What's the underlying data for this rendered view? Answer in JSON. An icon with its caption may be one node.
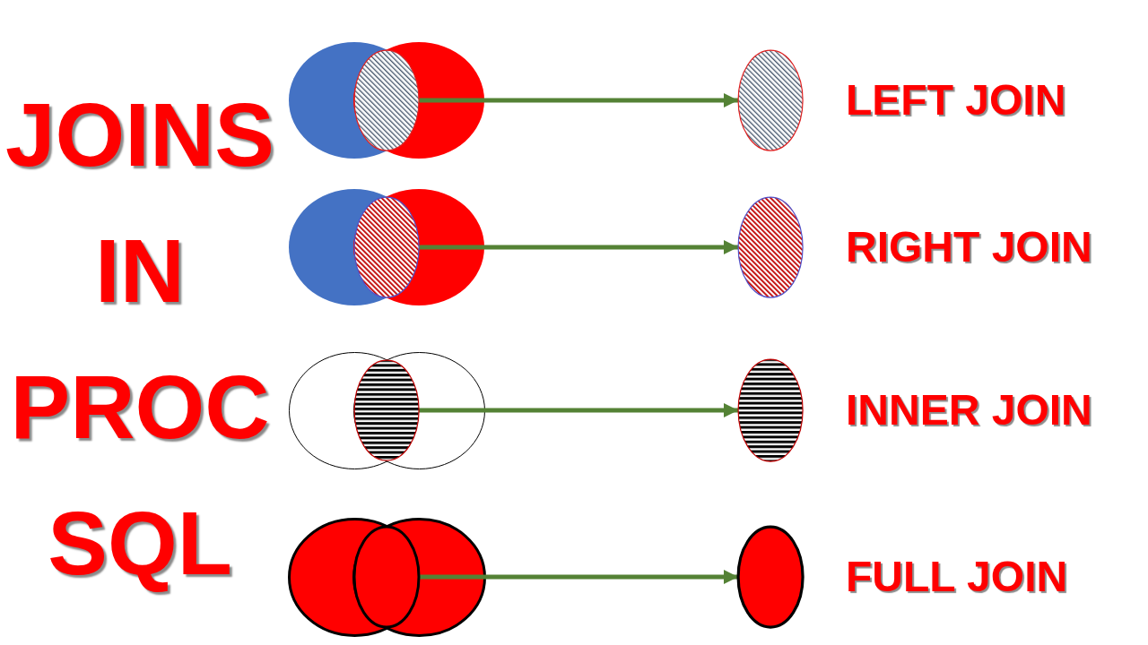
{
  "diagram": {
    "title": "JOINS IN PROC SQL",
    "nodes": [
      {
        "text": [],
        "shape": "ellipse"
      },
      {
        "text": [],
        "shape": "ellipse",
        "beside": [
          "LEFT JOIN"
        ]
      },
      {
        "text": [],
        "shape": "ellipse"
      },
      {
        "text": [],
        "shape": "ellipse",
        "beside": [
          "RIGHT JOIN"
        ]
      },
      {
        "text": [],
        "shape": "ellipse"
      },
      {
        "text": [],
        "shape": "ellipse",
        "beside": [
          "INNER JOIN"
        ]
      },
      {
        "text": [],
        "shape": "ellipse"
      },
      {
        "text": [],
        "shape": "ellipse",
        "beside": [
          "FULL JOIN"
        ]
      }
    ],
    "edges": [
      {
        "from": 0,
        "to": 1,
        "arrow": "to"
      },
      {
        "from": 2,
        "to": 3,
        "arrow": "to"
      },
      {
        "from": 4,
        "to": 5,
        "arrow": "to"
      },
      {
        "from": 6,
        "to": 7,
        "arrow": "to"
      }
    ]
  }
}
